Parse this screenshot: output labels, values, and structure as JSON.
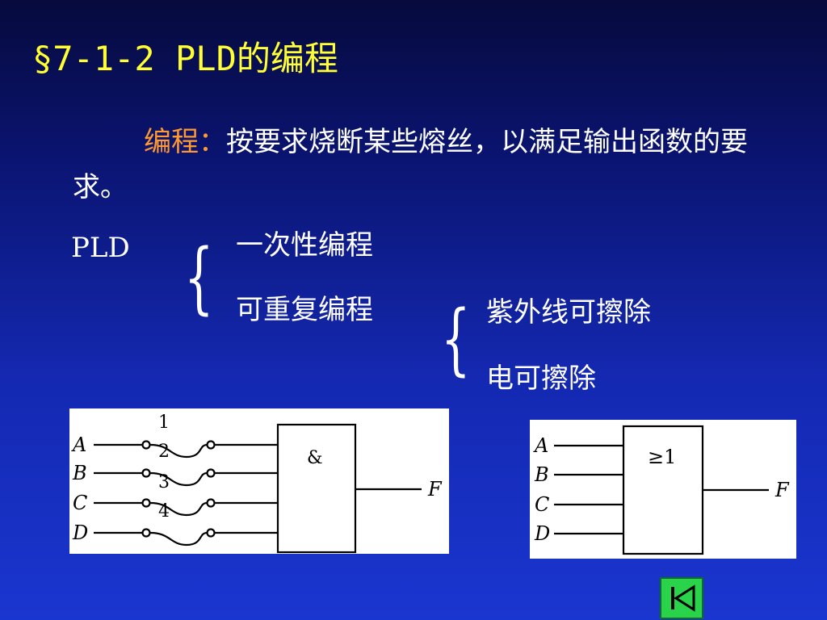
{
  "title": "§7-1-2 PLD的编程",
  "definition": {
    "term": "编程：",
    "text": "按要求烧断某些熔丝，以满足输出函数的要求。"
  },
  "classification": {
    "root": "PLD",
    "one_time": "一次性编程",
    "reprogrammable": "可重复编程",
    "uv_erasable": "紫外线可擦除",
    "electrically_erasable": "电可擦除"
  },
  "fuse_diagram": {
    "inputs": [
      "A",
      "B",
      "C",
      "D"
    ],
    "fuse_numbers": [
      "1",
      "2",
      "3",
      "4"
    ],
    "gate_symbol": "&",
    "output": "F"
  },
  "programmed_diagram": {
    "inputs": [
      "A",
      "B",
      "C",
      "D"
    ],
    "gate_symbol": "≥1",
    "output": "F"
  },
  "nav": {
    "icon": "first-slide-icon",
    "color": "#2ad44a"
  }
}
